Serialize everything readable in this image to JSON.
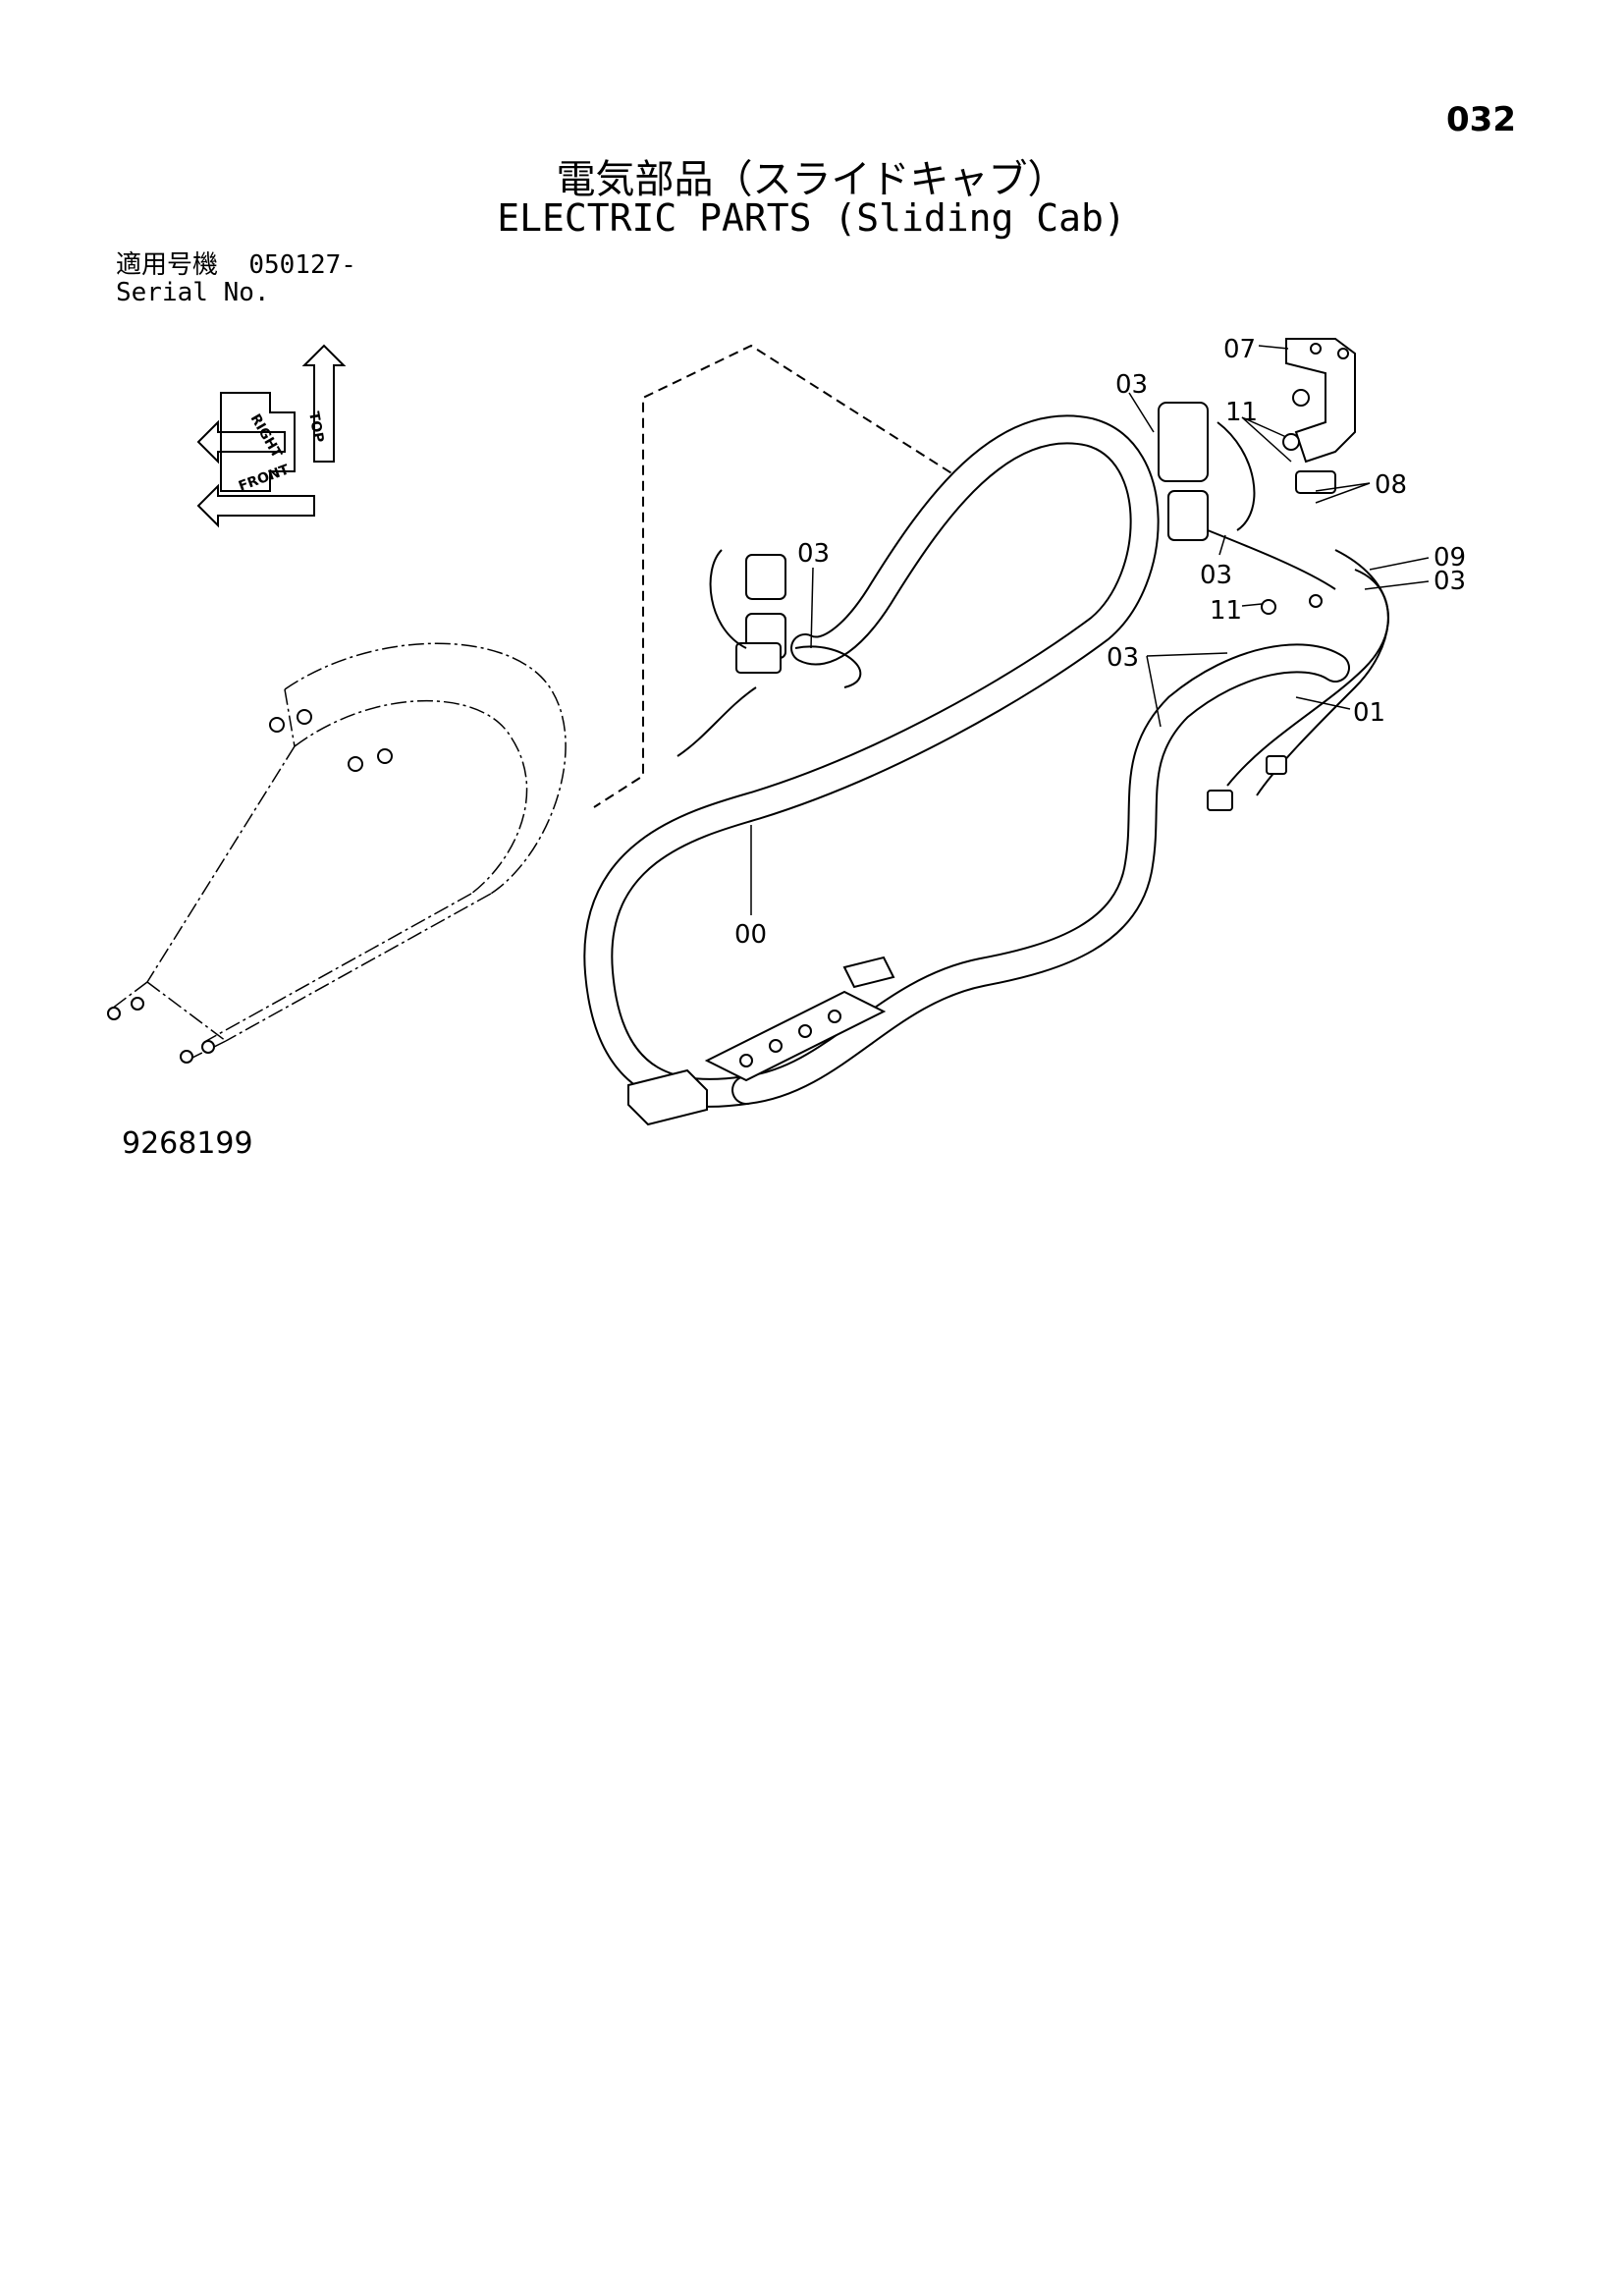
{
  "page_number": "032",
  "title_jp": "電気部品（スライドキャブ）",
  "title_en": "ELECTRIC PARTS (Sliding Cab)",
  "serial": {
    "label_jp": "適用号機",
    "value": "050127-",
    "label_en": "Serial No."
  },
  "orientation": {
    "top": "TOP",
    "right": "RIGHT",
    "front": "FRONT"
  },
  "callouts": {
    "c07": "07",
    "c03_top": "03",
    "c11_top": "11",
    "c08": "08",
    "c03_left": "03",
    "c03_mid": "03",
    "c09": "09",
    "c03_right": "03",
    "c11_mid": "11",
    "c03_lower": "03",
    "c01": "01",
    "c00": "00"
  },
  "drawing_number": "9268199"
}
